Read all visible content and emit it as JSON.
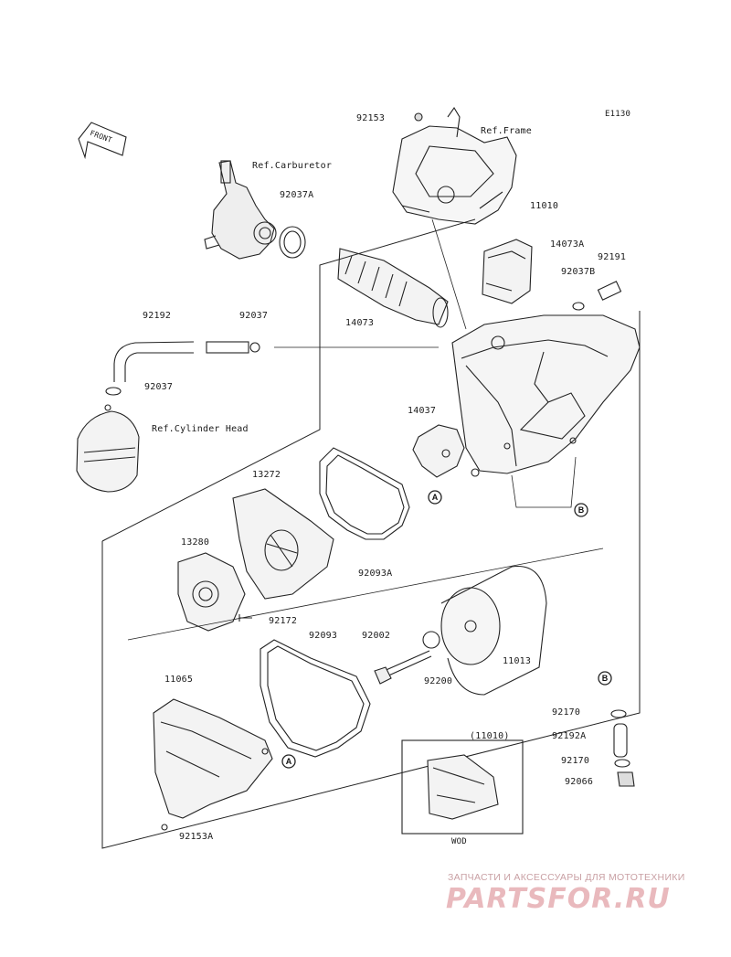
{
  "diagram_code": "E1130",
  "front_label": "FRONT",
  "refs": {
    "frame": "Ref.Frame",
    "carburetor": "Ref.Carburetor",
    "cylinder_head": "Ref.Cylinder Head"
  },
  "parts": {
    "p92153": "92153",
    "p11010": "11010",
    "p92037A": "92037A",
    "p14073A": "14073A",
    "p92191": "92191",
    "p92037B": "92037B",
    "p14073": "14073",
    "p92192": "92192",
    "p92037_top": "92037",
    "p92037_bottom": "92037",
    "p14037": "14037",
    "p13272": "13272",
    "p13280": "13280",
    "p92093A": "92093A",
    "p92172": "92172",
    "p92093": "92093",
    "p92002": "92002",
    "p11013": "11013",
    "p92200": "92200",
    "p11065": "11065",
    "p92153A": "92153A",
    "p92170_top": "92170",
    "p92192A": "92192A",
    "p92170_bottom": "92170",
    "p92066": "92066"
  },
  "markers": {
    "A": "A",
    "B": "B"
  },
  "inset": {
    "title": "(11010)",
    "caption": "WOD"
  },
  "watermark": {
    "subtitle": "ЗАПЧАСТИ И АКСЕССУАРЫ ДЛЯ МОТОТЕХНИКИ",
    "brand": "PARTSFOR.RU"
  }
}
